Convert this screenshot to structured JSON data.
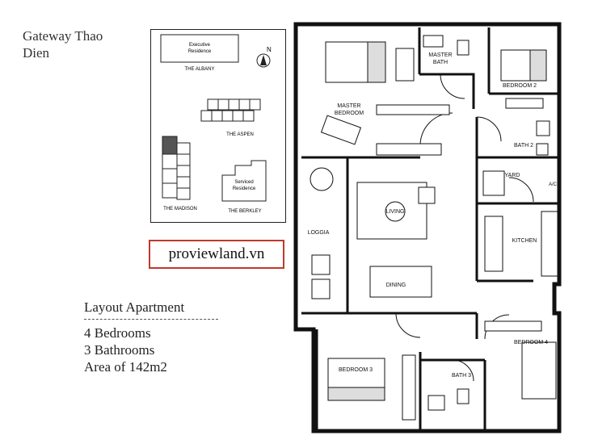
{
  "title_lines": [
    "Gateway Thao",
    "Dien"
  ],
  "brand": "proviewland.vn",
  "info": {
    "heading": "Layout Apartment",
    "lines": [
      "4 Bedrooms",
      "3 Bathrooms",
      "Area of 142m2"
    ]
  },
  "site_plan": {
    "compass": "N",
    "buildings": {
      "albany_box": [
        "Executive",
        "Residence"
      ],
      "albany": "THE ALBANY",
      "aspen": "THE ASPEN",
      "madison": "THE MADISON",
      "berkley_box": [
        "Serviced",
        "Residence"
      ],
      "berkley": "THE BERKLEY"
    }
  },
  "rooms": {
    "master_bedroom": [
      "MASTER",
      "BEDROOM"
    ],
    "master_bath": [
      "MASTER",
      "BATH"
    ],
    "bedroom2": "BEDROOM 2",
    "bath2": "BATH 2",
    "yard": "YARD",
    "ac": "A/C",
    "loggia": "LOGGIA",
    "living": "LIVING",
    "kitchen": "KITCHEN",
    "dining": "DINING",
    "bedroom3": "BEDROOM 3",
    "bath3": "BATH 3",
    "bedroom4": "BEDROOM 4"
  }
}
